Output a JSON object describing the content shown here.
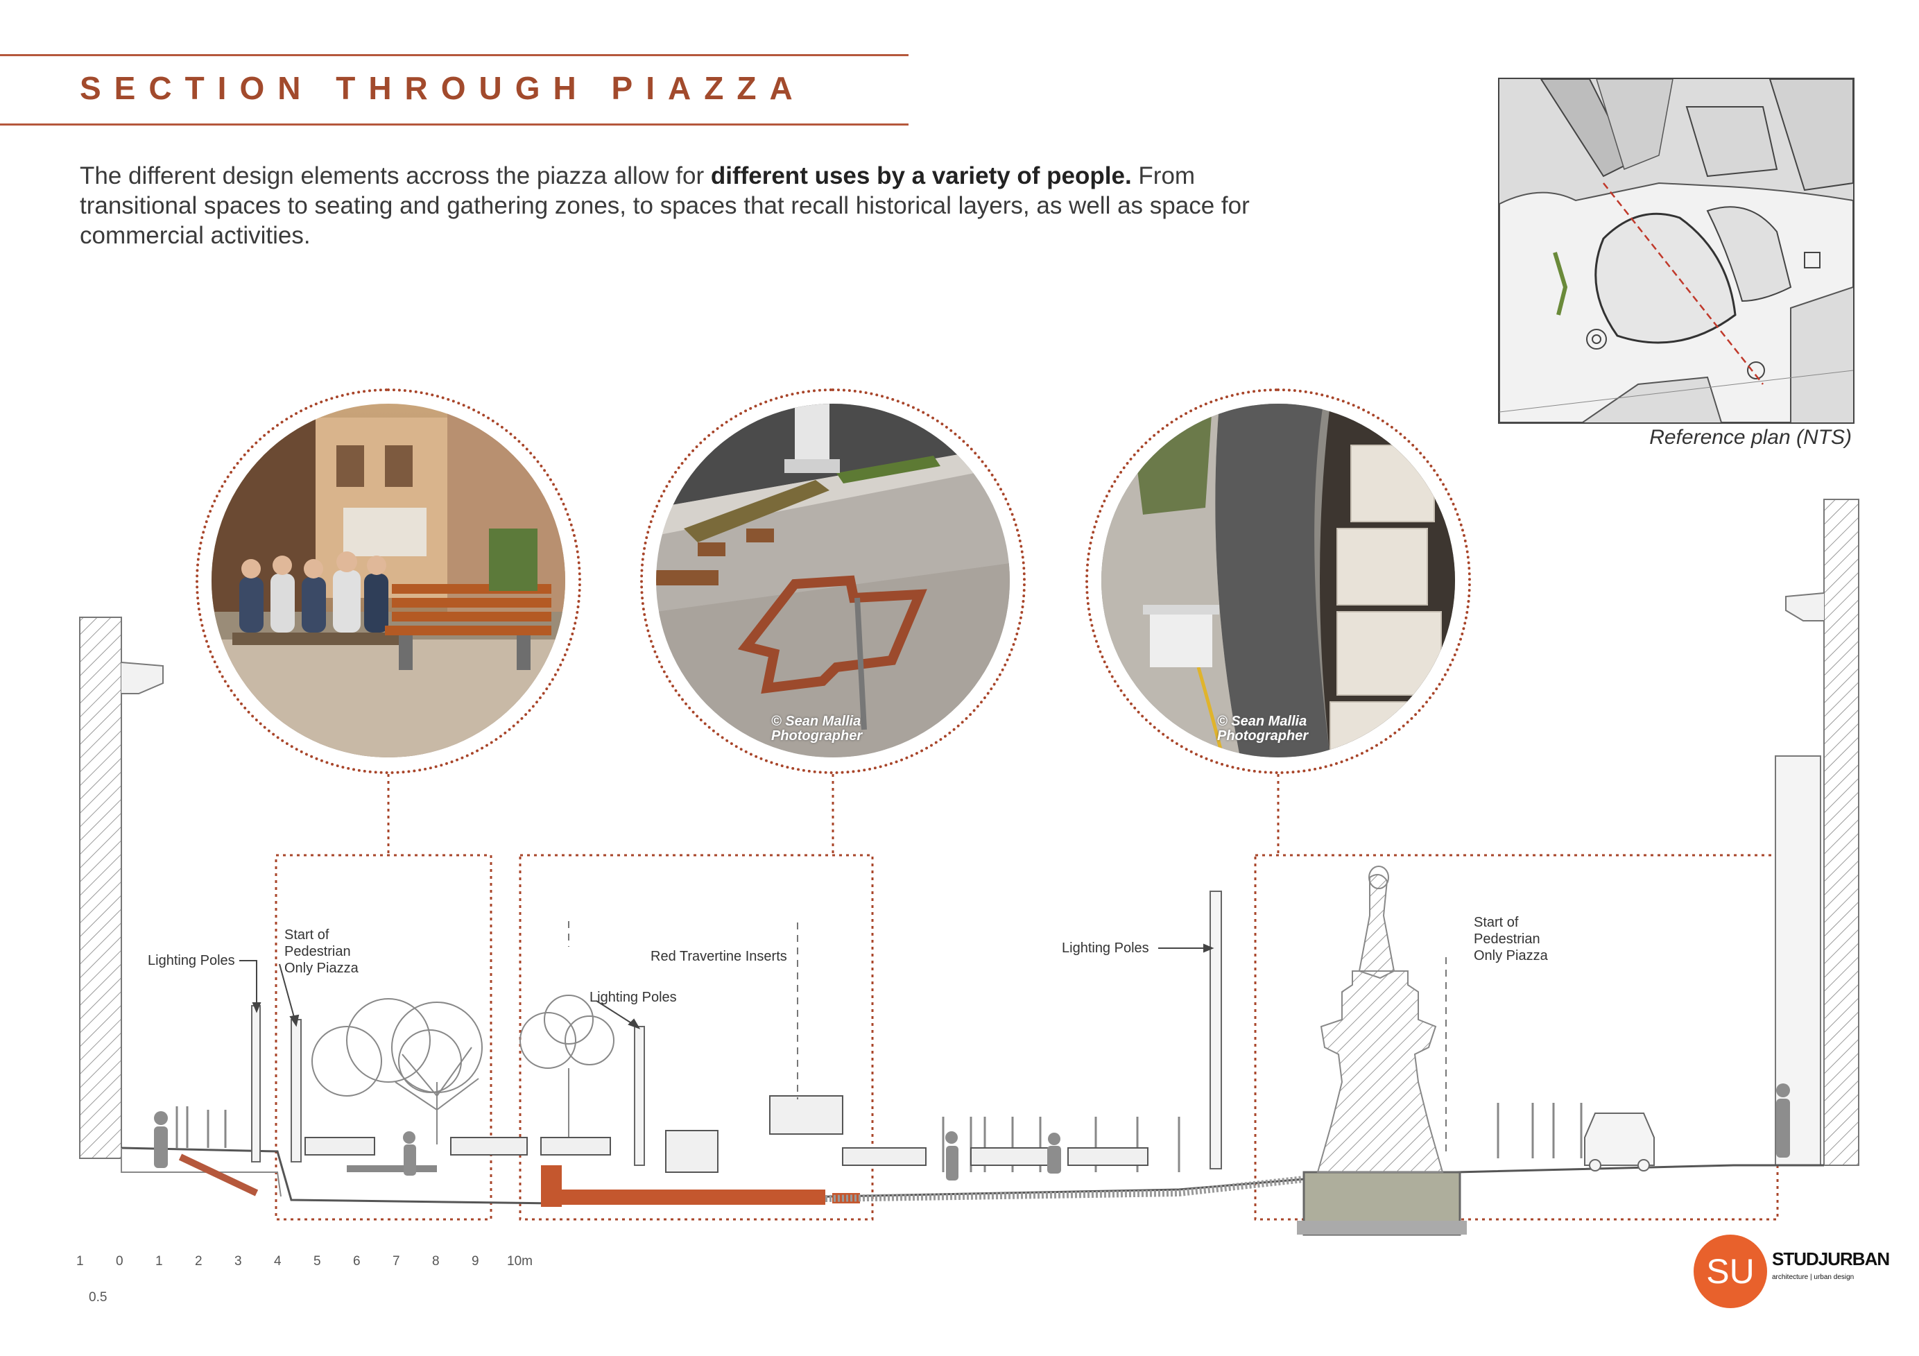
{
  "header": {
    "title": "SECTION THROUGH PIAZZA",
    "intro_lead": "The different design elements accross the piazza allow for ",
    "intro_bold": "different uses by a variety of people.",
    "intro_rest": " From transitional spaces to seating and gathering zones, to spaces that recall historical layers, as well as space for commercial activities."
  },
  "reference_plan": {
    "caption": "Reference plan (NTS)"
  },
  "photos": {
    "credit_line1": "© Sean Mallia",
    "credit_line2": "Photographer"
  },
  "annotations": {
    "lighting_poles_left": "Lighting Poles",
    "start_pedestrian_left_1": "Start of",
    "start_pedestrian_left_2": "Pedestrian",
    "start_pedestrian_left_3": "Only Piazza",
    "red_travertine": "Red Travertine Inserts",
    "lighting_poles_mid": "Lighting Poles",
    "lighting_poles_right": "Lighting Poles",
    "start_pedestrian_right_1": "Start of",
    "start_pedestrian_right_2": "Pedestrian",
    "start_pedestrian_right_3": "Only Piazza"
  },
  "scale_bar": {
    "ticks": [
      "1",
      "0",
      "1",
      "2",
      "3",
      "4",
      "5",
      "6",
      "7",
      "8",
      "9",
      "10m"
    ],
    "sub_tick": "0.5"
  },
  "brand": {
    "logo_letters": "SU",
    "name": "STUDJURBAN",
    "tagline": "architecture | urban design"
  },
  "colors": {
    "accent": "#a8452a",
    "title": "#a24a2c",
    "logo": "#e8612c"
  }
}
